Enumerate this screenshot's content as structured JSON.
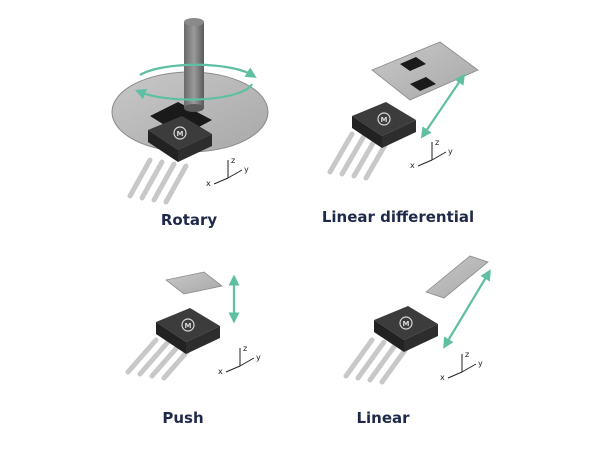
{
  "panels": [
    {
      "id": "rotary",
      "label": "Rotary"
    },
    {
      "id": "linear-differential",
      "label": "Linear differential"
    },
    {
      "id": "push",
      "label": "Push"
    },
    {
      "id": "linear",
      "label": "Linear"
    }
  ],
  "axes": {
    "x": "x",
    "y": "y",
    "z": "z"
  },
  "chip_logo": "M",
  "colors": {
    "chip_body": "#2d2d2d",
    "chip_top": "#3c3c3c",
    "pins": "#c8c8c8",
    "target": "#b4b4b4",
    "arrow": "#5fbfa3",
    "label": "#1f2a4a"
  }
}
